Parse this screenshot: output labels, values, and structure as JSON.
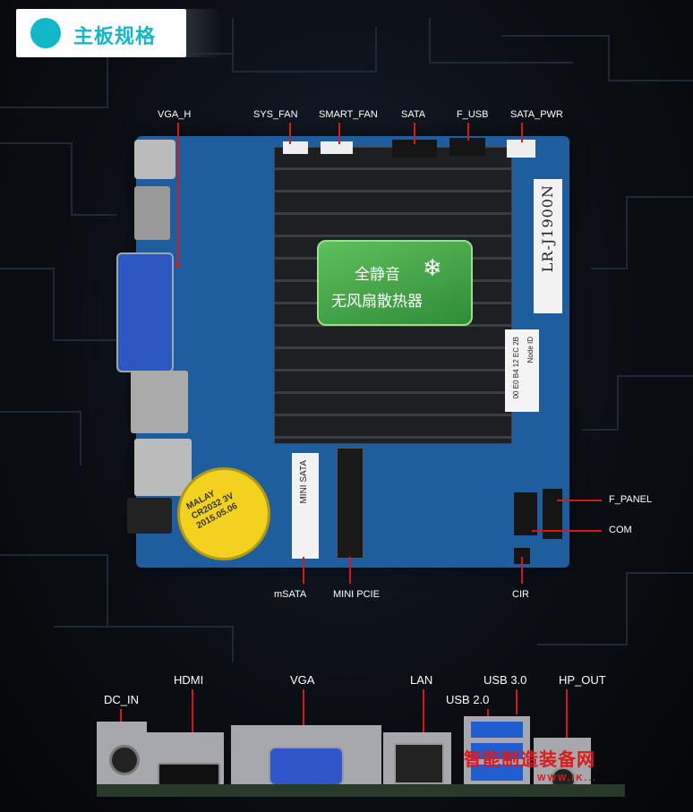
{
  "header": {
    "title": "主板规格"
  },
  "board": {
    "badge_line1": "全静音",
    "badge_line2": "无风扇散热器",
    "model": "LR-J1900N",
    "node_id_label": "Node ID",
    "node_id_value": "00 E0 B4 12 EC 2B",
    "msata_text": "MINI SATA",
    "battery_line1": "MALAY",
    "battery_line2": "CR2032 3V",
    "battery_line3": "2015.05.06"
  },
  "top_labels": {
    "vga_h": "VGA_H",
    "sys_fan": "SYS_FAN",
    "smart_fan": "SMART_FAN",
    "sata": "SATA",
    "f_usb": "F_USB",
    "sata_pwr": "SATA_PWR"
  },
  "right_labels": {
    "f_panel": "F_PANEL",
    "com": "COM",
    "cir": "CIR"
  },
  "bottom_board_labels": {
    "msata": "mSATA",
    "mini_pcie": "MINI PCIE"
  },
  "io_labels": {
    "dc_in": "DC_IN",
    "hdmi": "HDMI",
    "vga": "VGA",
    "lan": "LAN",
    "usb30": "USB 3.0",
    "usb20": "USB 2.0",
    "hp_out": "HP_OUT"
  },
  "watermark": {
    "text": "智能制造装备网",
    "url": "WWW.IK..."
  },
  "colors": {
    "accent": "#12b8c8",
    "callout": "#d61818",
    "board": "#1f5e9e"
  }
}
